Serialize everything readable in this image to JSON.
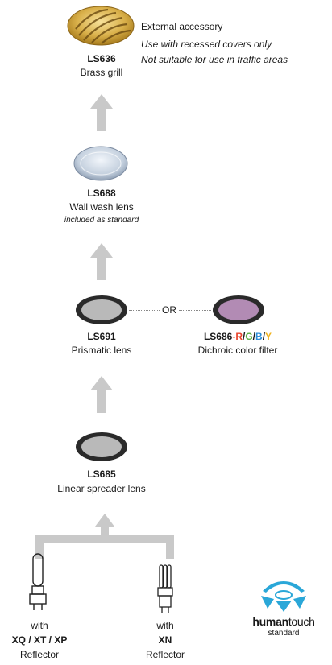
{
  "brass_grill": {
    "code": "LS636",
    "name": "Brass grill",
    "note_title": "External accessory",
    "note_line1": "Use with recessed covers only",
    "note_line2": "Not suitable for use in traffic areas"
  },
  "wall_wash": {
    "code": "LS688",
    "name": "Wall wash lens",
    "note": "included as standard"
  },
  "prismatic": {
    "code": "LS691",
    "name": "Prismatic lens"
  },
  "or_label": "OR",
  "dichroic": {
    "code": "LS686",
    "dash": "-",
    "R": "R",
    "G": "G",
    "B": "B",
    "Y": "Y",
    "slash": "/",
    "name": "Dichroic color filter",
    "colors": {
      "R": "#e8452c",
      "G": "#5bb043",
      "B": "#2f8fd8",
      "Y": "#f0b21a"
    }
  },
  "linear": {
    "code": "LS685",
    "name": "Linear spreader lens"
  },
  "lamp_left": {
    "with": "with",
    "type": "XQ / XT / XP",
    "suffix": "Reflector"
  },
  "lamp_right": {
    "with": "with",
    "type": "XN",
    "suffix": "Reflector"
  },
  "logo": {
    "brand_human": "human",
    "brand_touch": "touch",
    "subtitle": "standard",
    "icon": "humantouch-logo-icon"
  }
}
